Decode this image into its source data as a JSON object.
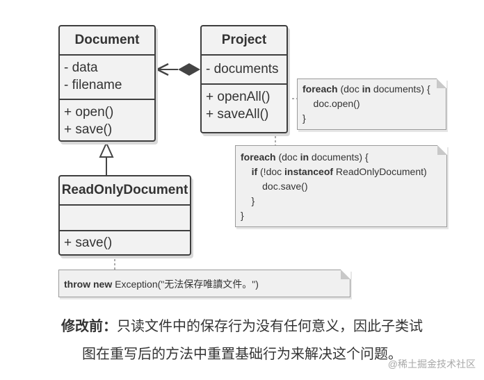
{
  "classes": {
    "document": {
      "name": "Document",
      "fields": [
        "- data",
        "- filename"
      ],
      "methods": [
        "+ open()",
        "+ save()"
      ]
    },
    "project": {
      "name": "Project",
      "fields": [
        "- documents"
      ],
      "methods": [
        "+ openAll()",
        "+ saveAll()"
      ]
    },
    "readonly": {
      "name": "ReadOnlyDocument",
      "methods": [
        "+ save()"
      ]
    }
  },
  "notes": {
    "open_all": {
      "line1": {
        "kw1": "foreach",
        "t1": " (doc ",
        "kw2": "in",
        "t2": " documents) {"
      },
      "line2": "    doc.open()",
      "line3": "}"
    },
    "save_all": {
      "line1": {
        "kw1": "foreach",
        "t1": " (doc ",
        "kw2": "in",
        "t2": " documents) {"
      },
      "line2": {
        "indent": "    ",
        "kw1": "if",
        "t1": " (!doc ",
        "kw2": "instanceof",
        "t2": " ReadOnlyDocument)"
      },
      "line3": "        doc.save()",
      "line4": "    }",
      "line5": "}"
    },
    "throw": {
      "kw1": "throw",
      "kw2": "new",
      "t": " Exception(\"无法保存唯讀文件。\")"
    }
  },
  "caption": {
    "bold": "修改前：",
    "line1": "只读文件中的保存行为没有任何意义，因此子类试",
    "line2": "图在重写后的方法中重置基础行为来解决这个问题。"
  },
  "watermark": "@稀土掘金技术社区"
}
